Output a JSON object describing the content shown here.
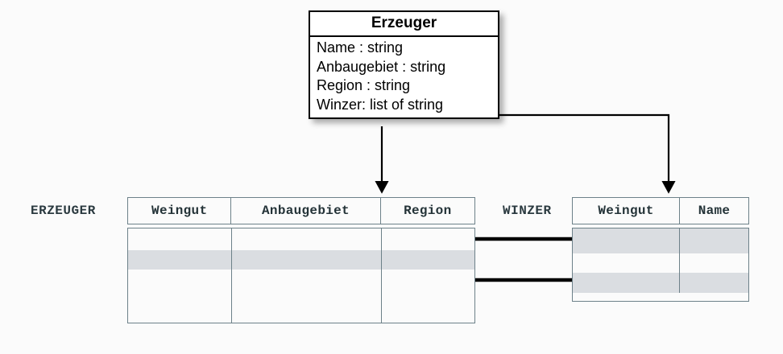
{
  "diagram": {
    "title_class": "Erzeuger",
    "uml": {
      "class_name": "Erzeuger",
      "attributes": [
        "Name : string",
        "Anbaugebiet : string",
        "Region : string",
        "Winzer: list of string"
      ]
    },
    "relations": [
      {
        "name": "ERZEUGER",
        "columns": [
          "Weingut",
          "Anbaugebiet",
          "Region"
        ],
        "rows": [
          {
            "highlighted": false,
            "cells": [
              "",
              "",
              ""
            ]
          },
          {
            "highlighted": true,
            "cells": [
              "",
              "",
              ""
            ]
          },
          {
            "highlighted": false,
            "cells": [
              "",
              "",
              ""
            ]
          },
          {
            "highlighted": false,
            "cells": [
              "",
              "",
              ""
            ]
          }
        ]
      },
      {
        "name": "WINZER",
        "columns": [
          "Weingut",
          "Name"
        ],
        "rows": [
          {
            "highlighted": true,
            "cells": [
              "",
              ""
            ]
          },
          {
            "highlighted": false,
            "cells": [
              "",
              ""
            ]
          },
          {
            "highlighted": true,
            "cells": [
              "",
              ""
            ]
          }
        ]
      }
    ],
    "colors": {
      "box_border": "#000000",
      "box_fill": "#ffffff",
      "table_border": "#6d8189",
      "table_fill": "#fbfbfb",
      "row_highlight": "#dadde1",
      "link_stroke": "#000000",
      "text": "#243338",
      "background": "#fbfbfb"
    },
    "connectors": [
      {
        "from": "uml-box-bottom",
        "to": "erzeuger-region-column",
        "style": "arrow"
      },
      {
        "from": "uml-winzer-attribute",
        "to": "winzer-weingut-column",
        "style": "arrow"
      },
      {
        "from": "erzeuger-row-2-weingut",
        "to": "winzer-row-1-weingut",
        "style": "link-dot"
      },
      {
        "from": "erzeuger-row-2-weingut",
        "to": "winzer-row-3-weingut",
        "style": "link-dot"
      }
    ]
  }
}
